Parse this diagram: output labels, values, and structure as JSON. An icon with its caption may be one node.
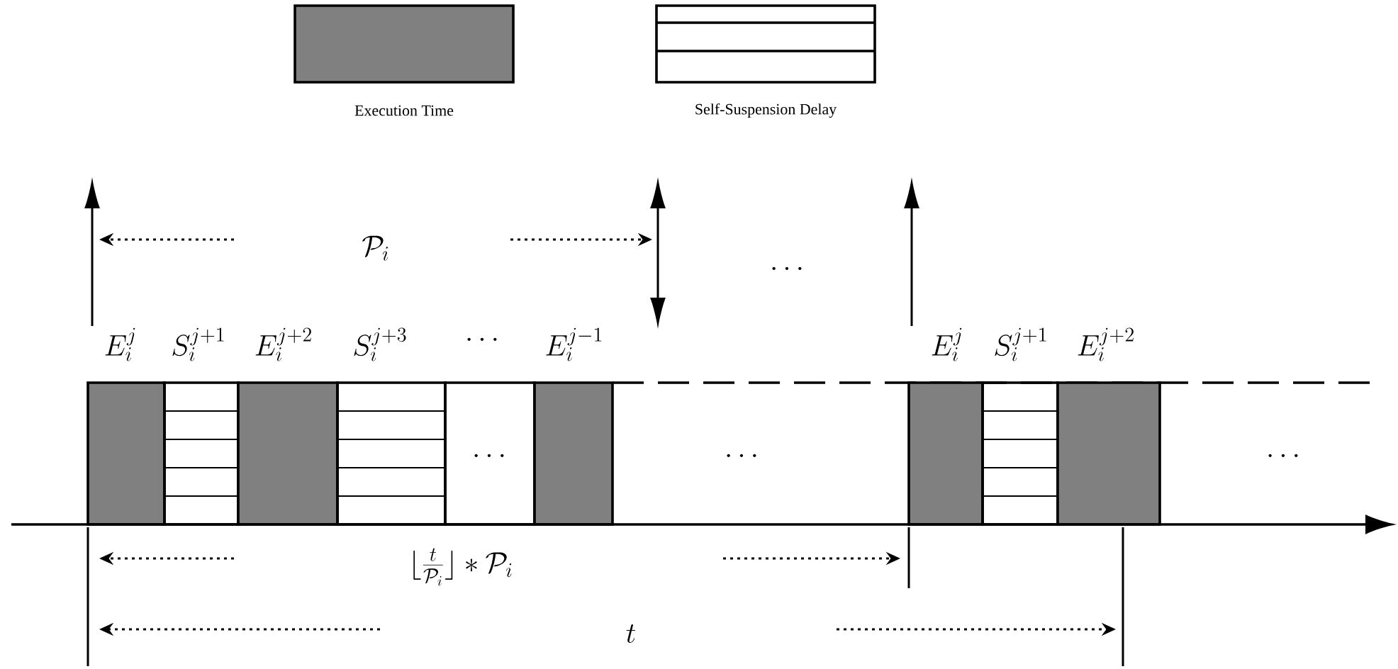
{
  "diagram": {
    "labels": [
      "\\mathcal{P}_i",
      "\\cdots",
      "E_i^j",
      "S_i^{j+1}",
      "E_i^{j+2}",
      "S_i^{j+3}",
      "\\cdots",
      "E_i^{j-1}",
      "E_i^j",
      "S_i^{j+1}",
      "E_i^{j+2}",
      "\\cdots",
      "\\cdots",
      "\\cdots",
      "\\lfloor\\frac{t}{\\mathcal{P}_i}\\rfloor * \\mathcal{P}_i",
      "t"
    ],
    "legend": [
      {
        "text": "Execution Time",
        "color": "#808080"
      },
      {
        "text": "Self-Suspension Delay"
      }
    ]
  }
}
